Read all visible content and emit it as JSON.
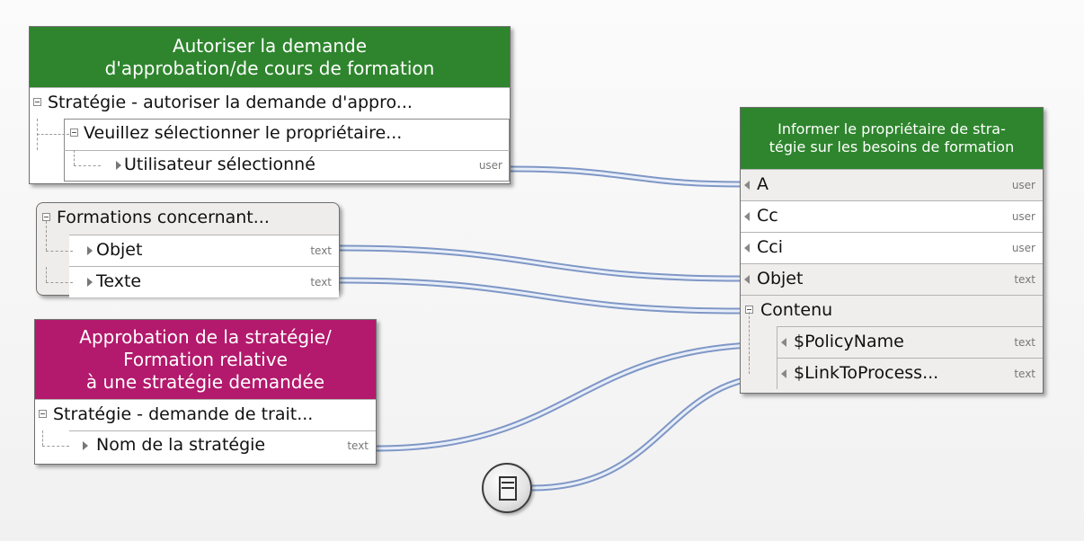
{
  "node_authorize": {
    "title": "Autoriser la demande d'approbation/de cours de formation",
    "rows": [
      {
        "label": "Stratégie - autoriser la demande d'appro...",
        "type": ""
      },
      {
        "label": "Veuillez sélectionner le propriétaire...",
        "type": ""
      },
      {
        "label": "Utilisateur sélectionné",
        "type": "user"
      }
    ]
  },
  "node_formations": {
    "title": "Formations concernant...",
    "rows": [
      {
        "label": "Objet",
        "type": "text"
      },
      {
        "label": "Texte",
        "type": "text"
      }
    ]
  },
  "node_approval": {
    "title": "Approbation de la stratégie/ Formation relative à une stratégie demandée",
    "title_lines": [
      "Approbation de la stratégie/",
      "Formation relative",
      "à une stratégie demandée"
    ],
    "rows": [
      {
        "label": "Stratégie - demande de trait...",
        "type": ""
      },
      {
        "label": "Nom de la stratégie",
        "type": "text"
      }
    ]
  },
  "node_inform": {
    "title": "Informer le propriétaire de stratégie sur les besoins de formation",
    "title_lines": [
      "Informer le propriétaire de stra-",
      "tégie sur les besoins de formation"
    ],
    "rows": [
      {
        "label": "A",
        "type": "user"
      },
      {
        "label": "Cc",
        "type": "user"
      },
      {
        "label": "Cci",
        "type": "user"
      },
      {
        "label": "Objet",
        "type": "text"
      },
      {
        "label": "Contenu",
        "type": ""
      },
      {
        "label": "$PolicyName",
        "type": "text"
      },
      {
        "label": "$LinkToProcess...",
        "type": "text"
      }
    ]
  },
  "document_node": {
    "icon": "document-icon"
  },
  "colors": {
    "header_green": "#2e852d",
    "header_magenta": "#b3196c",
    "wire": "#8fa6d0",
    "node_border": "#6f6f6f"
  }
}
